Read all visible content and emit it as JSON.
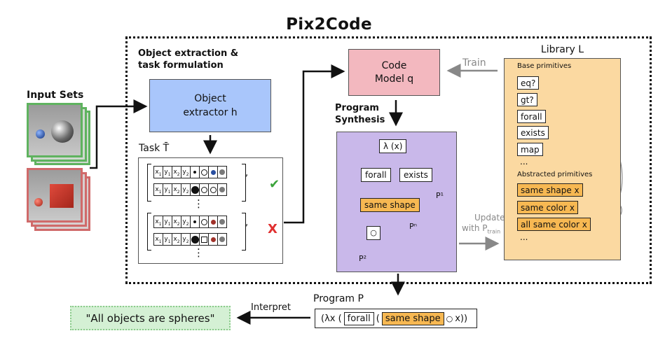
{
  "title": "Pix2Code",
  "input_sets_label": "Input Sets",
  "object_extraction": {
    "heading_line1": "Object extraction &",
    "heading_line2": "task formulation",
    "extractor_line1": "Object",
    "extractor_line2": "extractor h"
  },
  "task": {
    "label": "Task T̄",
    "cells": [
      "x",
      "y",
      "x",
      "y",
      "x",
      "y",
      "x",
      "y"
    ],
    "subscripts": [
      "1",
      "1",
      "2",
      "2",
      "1",
      "1",
      "2",
      "2"
    ],
    "comma": ",",
    "vdots": "⋮",
    "positive_mark": "✔",
    "negative_mark": "X",
    "colors": {
      "check": "#3aa33a",
      "cross": "#e03030",
      "blue": "#2a4fa0",
      "red": "#a0322a",
      "gray": "#7a7a7a"
    }
  },
  "code_model": {
    "line1": "Code",
    "line2": "Model q"
  },
  "train_label": "Train",
  "synthesis": {
    "heading_line1": "Program",
    "heading_line2": "Synthesis",
    "lambda": "λ (x)",
    "forall": "forall",
    "exists": "exists",
    "same_shape": "same shape",
    "p1": "P¹",
    "pn": "Pⁿ",
    "p2": "P²",
    "circle": "○"
  },
  "update_label_line1": "Update",
  "update_label_line2": "with P",
  "update_sub": "train",
  "library": {
    "title": "Library L",
    "base_heading": "Base primitives",
    "base": [
      "eq?",
      "gt?",
      "forall",
      "exists",
      "map"
    ],
    "base_ellipsis": "...",
    "abstracted_heading": "Abstracted primitives",
    "abstracted": [
      "same shape x",
      "same color x",
      "all same color x"
    ],
    "abstracted_ellipsis": "..."
  },
  "program": {
    "label": "Program P",
    "prefix": "(λx (",
    "forall": "forall",
    "open": "(",
    "same_shape": "same shape",
    "circle": "○",
    "suffix": "x))"
  },
  "interpret_label": "Interpret",
  "result_text": "\"All objects are spheres\"",
  "colors": {
    "extractor": "#a9c6fb",
    "code_model": "#f3b8bf",
    "synthesis": "#c9b8ea",
    "library": "#fbd9a1",
    "abstracted": "#f7b852",
    "result": "#d4f0d4"
  }
}
